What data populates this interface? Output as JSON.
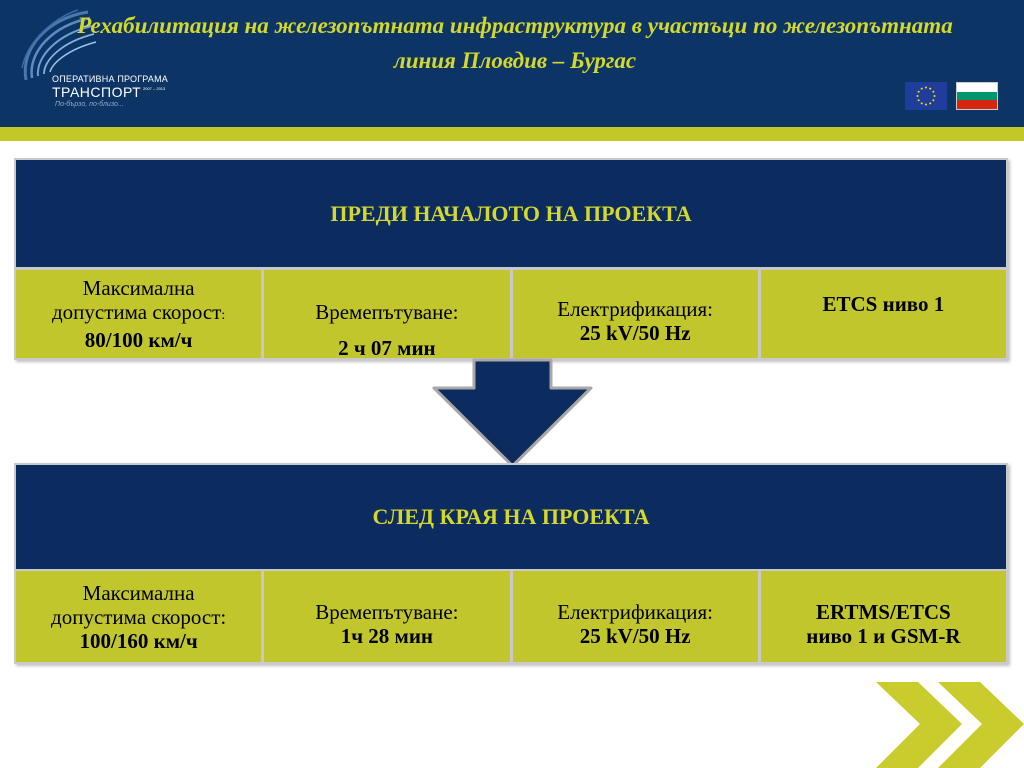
{
  "header": {
    "title": "Рехабилитация на железопътната инфраструктура в участъци по железопътната линия Пловдив – Бургас",
    "logo": {
      "line1": "ОПЕРАТИВНА ПРОГРАМА",
      "line2": "ТРАНСПОРТ",
      "years": "2007 – 2013",
      "line3": "По-бързо, по-близо..."
    },
    "flags": [
      "eu-flag-icon",
      "bulgaria-flag-icon"
    ]
  },
  "before": {
    "heading": "ПРЕДИ НАЧАЛОТО НА ПРОЕКТА",
    "speed": {
      "label1": "Максимална",
      "label2": "допустима скорост",
      "colon": ":",
      "value": "80/100 км/ч"
    },
    "travel": {
      "label": "Времепътуване:",
      "value": "2 ч 07 мин"
    },
    "electrification": {
      "label": "Електрификация:",
      "value": "25 kV/50 Hz"
    },
    "signalling": {
      "value": "ETCS ниво 1"
    }
  },
  "after": {
    "heading": "СЛЕД КРАЯ НА ПРОЕКТА",
    "speed": {
      "label1": "Максимална",
      "label2": "допустима скорост:",
      "value": "100/160 км/ч"
    },
    "travel": {
      "label": "Времепътуване:",
      "value": "1ч 28 мин"
    },
    "electrification": {
      "label": "Електрификация:",
      "value": "25 kV/50 Hz"
    },
    "signalling": {
      "line1": "ERTMS/ETCS",
      "line2": "ниво 1 и GSM-R"
    }
  },
  "colors": {
    "navy": "#0c2b5e",
    "header_blue": "#0c3566",
    "lime": "#c1c62d",
    "title_yellow": "#d4d82c"
  }
}
